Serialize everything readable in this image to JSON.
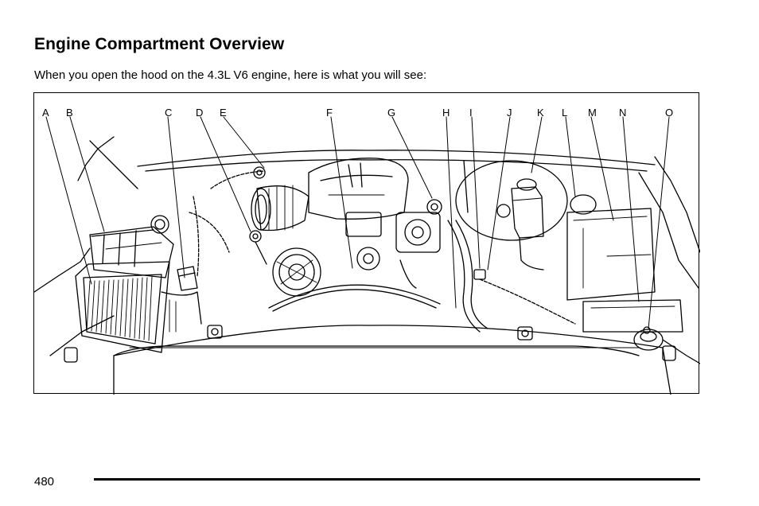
{
  "document": {
    "title": "Engine Compartment Overview",
    "intro": "When you open the hood on the 4.3L V6 engine, here is what you will see:",
    "page_number": "480"
  },
  "figure": {
    "callouts": [
      "A",
      "B",
      "C",
      "D",
      "E",
      "F",
      "G",
      "H",
      "I",
      "J",
      "K",
      "L",
      "M",
      "N",
      "O"
    ]
  }
}
